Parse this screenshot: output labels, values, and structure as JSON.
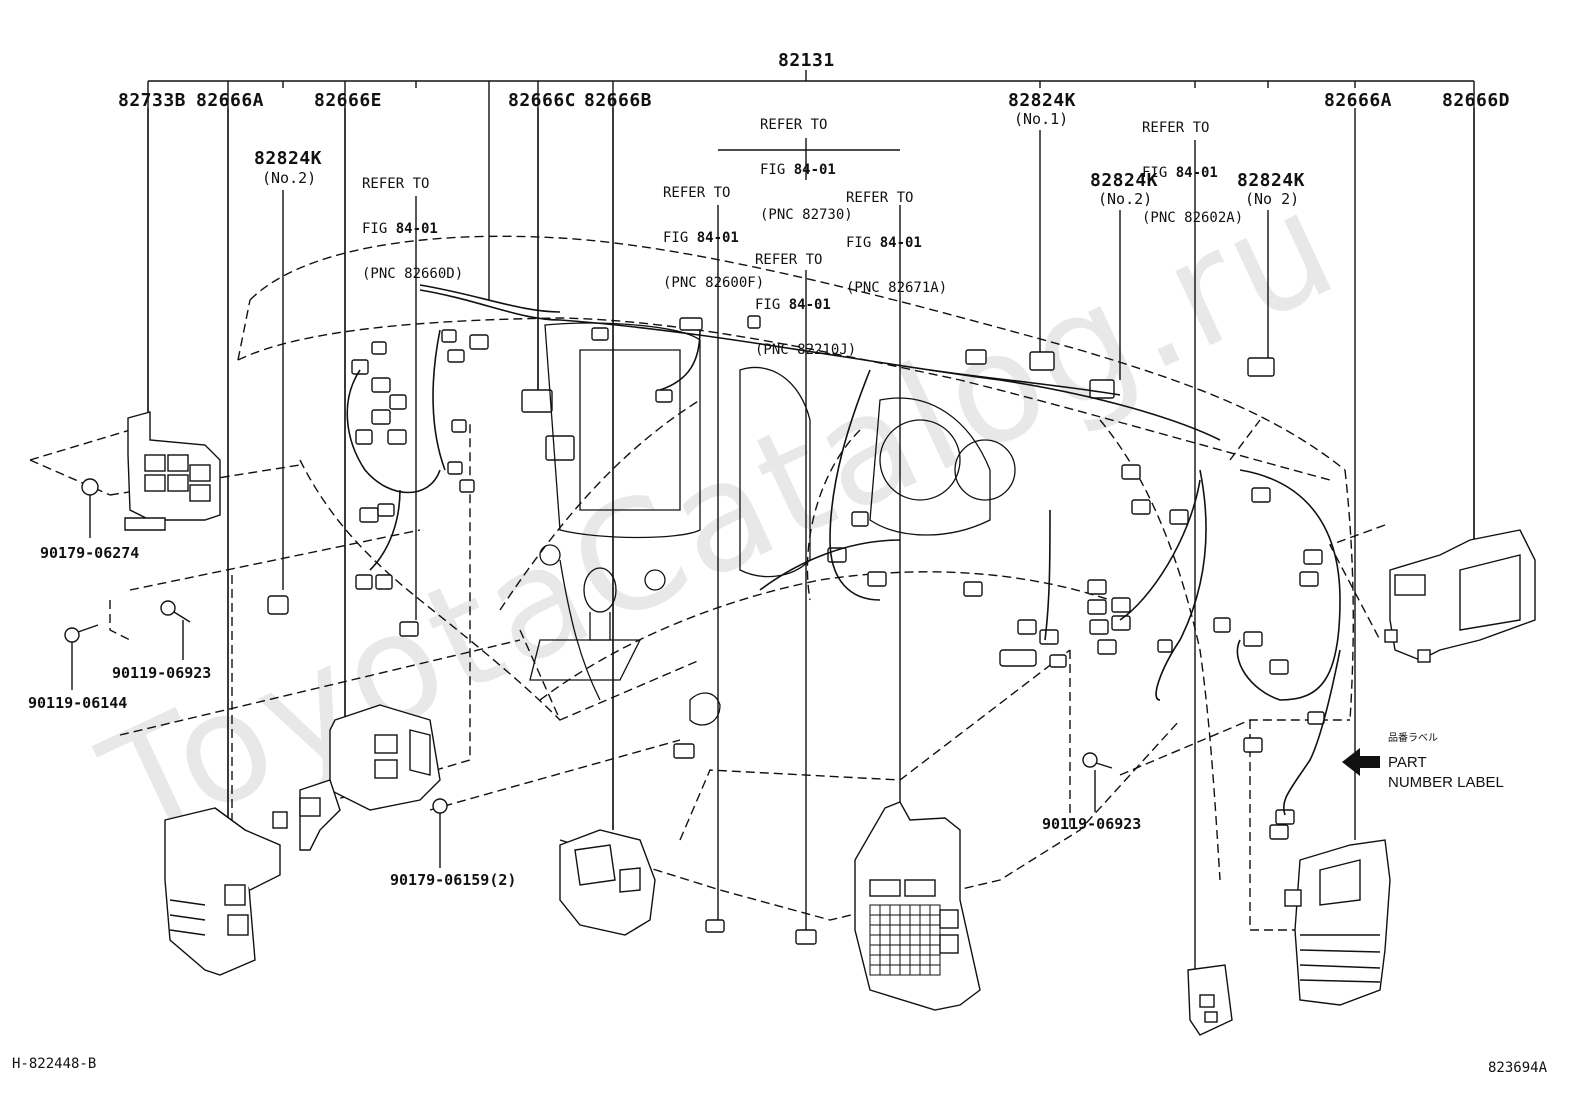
{
  "watermark": "ToyotaCatalog.ru",
  "top_part": "82131",
  "labels": {
    "p82733B": "82733B",
    "p82666A_left": "82666A",
    "p82666E": "82666E",
    "p82666C": "82666C",
    "p82666B": "82666B",
    "p82824K_no1": "82824K",
    "p82824K_no1_sub": "(No.1)",
    "p82666A_right": "82666A",
    "p82666D": "82666D",
    "p82824K_left": "82824K",
    "p82824K_left_sub": "(No.2)",
    "p82824K_mid": "82824K",
    "p82824K_mid_sub": "(No.2)",
    "p82824K_right": "82824K",
    "p82824K_right_sub": "(No 2)"
  },
  "refs": {
    "r82660D": {
      "l1": "REFER TO",
      "l2a": "FIG ",
      "l2b": "84-01",
      "l3": "(PNC 82660D)"
    },
    "r82730": {
      "l1": "REFER TO",
      "l2a": "FIG ",
      "l2b": "84-01",
      "l3": "(PNC 82730)"
    },
    "r82600F": {
      "l1": "REFER TO",
      "l2a": "FIG ",
      "l2b": "84-01",
      "l3": "(PNC 82600F)"
    },
    "r82671A": {
      "l1": "REFER TO",
      "l2a": "FIG ",
      "l2b": "84-01",
      "l3": "(PNC 82671A)"
    },
    "r82210J": {
      "l1": "REFER TO",
      "l2a": "FIG ",
      "l2b": "84-01",
      "l3": "(PNC 82210J)"
    },
    "r82602A": {
      "l1": "REFER TO",
      "l2a": "FIG ",
      "l2b": "84-01",
      "l3": "(PNC 82602A)"
    }
  },
  "fasteners": {
    "f1": "90179-06274",
    "f2": "90119-06923",
    "f3": "90119-06144",
    "f4": "90179-06159(2)",
    "f5": "90119-06923"
  },
  "part_number_label": {
    "jp": "品番ラベル",
    "line1": "PART",
    "line2": "NUMBER LABEL"
  },
  "footer": {
    "left": "H-822448-B",
    "right": "823694A"
  }
}
